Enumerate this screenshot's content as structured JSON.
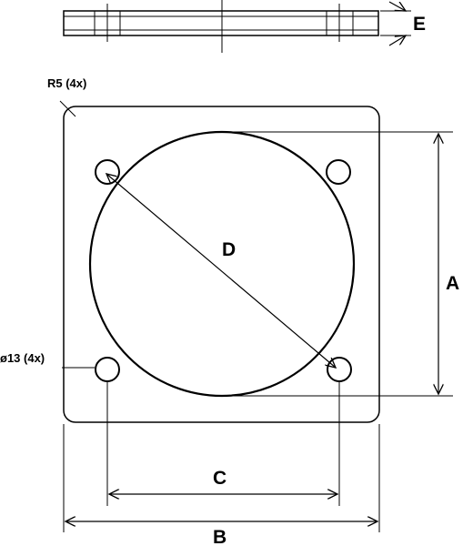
{
  "labels": {
    "corner_radius_note": "R5 (4x)",
    "hole_diameter_note": "ø13 (4x)",
    "dim_a": "A",
    "dim_b": "B",
    "dim_c": "C",
    "dim_d": "D",
    "dim_e": "E"
  }
}
